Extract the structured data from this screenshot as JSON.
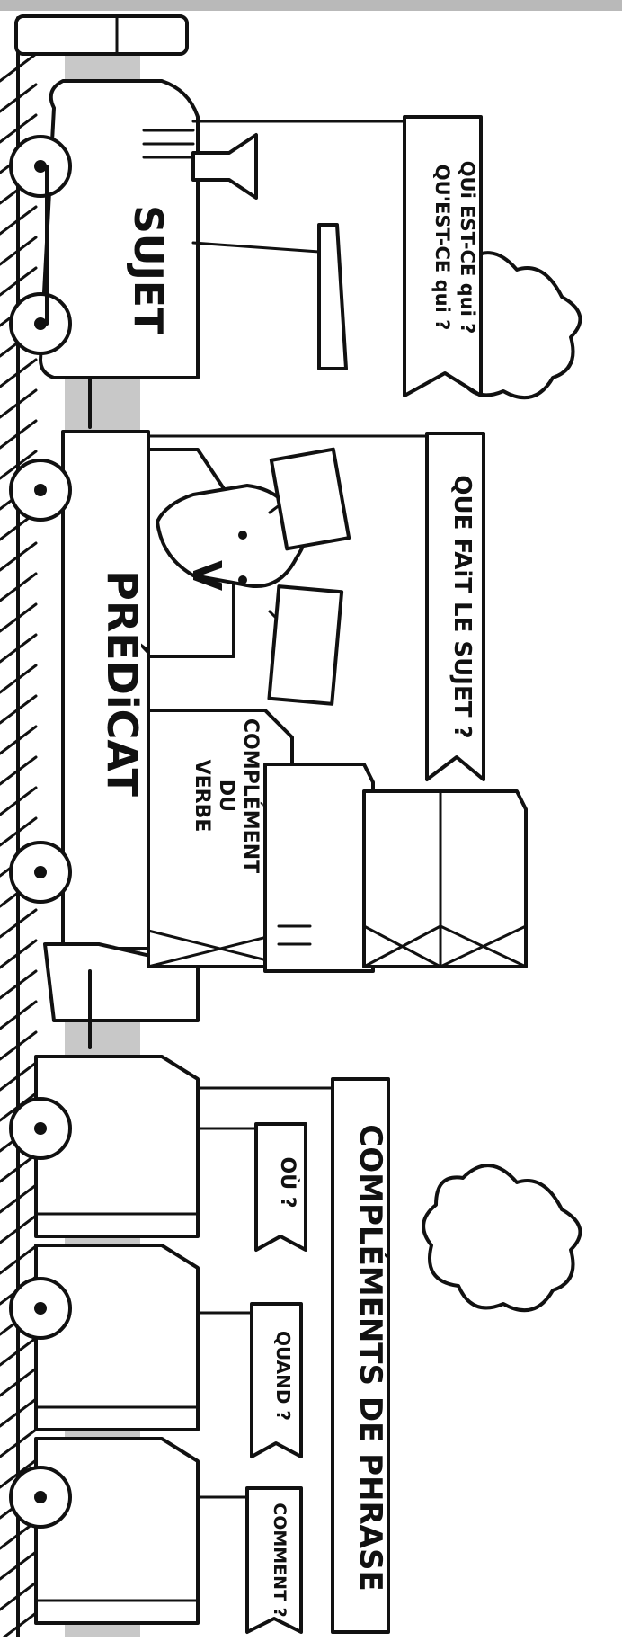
{
  "illustration": {
    "locomotive_label": "SUJET",
    "locomotive_question_line1": "QUi EST-CE qui ?",
    "locomotive_question_line2": "QU'EST-CE qui ?",
    "wagon_label": "PRÉDiCAT",
    "verb_label": "V",
    "wagon_question": "QUE FAiT LE SUJET ?",
    "cargo_box_line1": "COMPLÉMENT",
    "cargo_box_line2": "DU",
    "cargo_box_line3": "VERBE",
    "last_wagons_title": "COMPLÉMENTS DE PHRASE",
    "flag_where": "OÙ ?",
    "flag_when": "QUAND ?",
    "flag_how": "COMMENT ?"
  },
  "colors": {
    "ink": "#111111",
    "rail_gray": "#c8c8c8",
    "background": "#ffffff"
  }
}
